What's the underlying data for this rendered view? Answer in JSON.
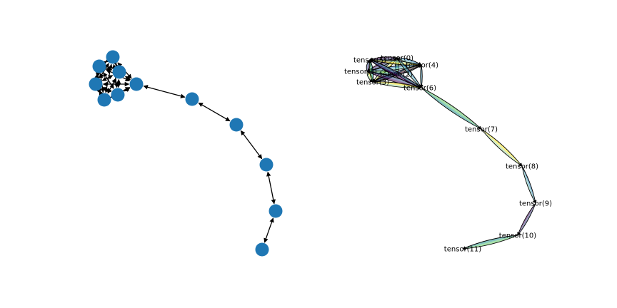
{
  "left_graph": {
    "node_color": "#1f77b4",
    "edge_color": "#000000",
    "nodes": [
      "0",
      "1",
      "2",
      "3",
      "4",
      "5",
      "6",
      "7",
      "8",
      "9",
      "10",
      "11"
    ],
    "edges": [
      [
        0,
        1
      ],
      [
        0,
        2
      ],
      [
        0,
        3
      ],
      [
        0,
        4
      ],
      [
        0,
        5
      ],
      [
        1,
        2
      ],
      [
        1,
        3
      ],
      [
        1,
        4
      ],
      [
        1,
        5
      ],
      [
        2,
        3
      ],
      [
        2,
        4
      ],
      [
        2,
        5
      ],
      [
        3,
        4
      ],
      [
        3,
        5
      ],
      [
        4,
        5
      ],
      [
        0,
        6
      ],
      [
        1,
        6
      ],
      [
        2,
        6
      ],
      [
        3,
        6
      ],
      [
        4,
        6
      ],
      [
        5,
        6
      ],
      [
        6,
        7
      ],
      [
        7,
        8
      ],
      [
        8,
        9
      ],
      [
        9,
        10
      ],
      [
        10,
        11
      ]
    ]
  },
  "right_graph": {
    "edge_color": "#000000",
    "palette": [
      "#440154",
      "#3b528b",
      "#21918c",
      "#5ec962",
      "#a6dba0",
      "#fde725",
      "#7fcdbb",
      "#2c7fb8"
    ],
    "labels": [
      "tensor(0)",
      "tensor(1)",
      "tensor(2)",
      "tensor(3)",
      "tensor(4)",
      "tensor(5)",
      "tensor(6)",
      "tensor(7)",
      "tensor(8)",
      "tensor(9)",
      "tensor(10)",
      "tensor(11)"
    ]
  }
}
